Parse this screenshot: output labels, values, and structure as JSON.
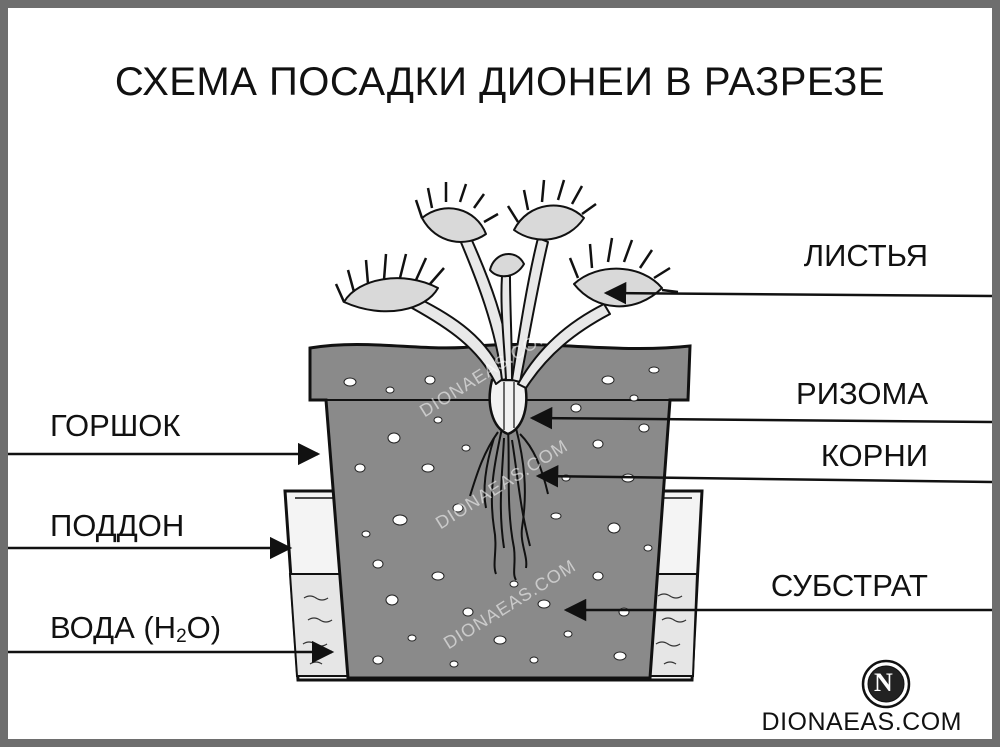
{
  "title": "СХЕМА ПОСАДКИ ДИОНЕИ В РАЗРЕЗЕ",
  "labels": {
    "leaves": "ЛИСТЬЯ",
    "rhizome": "РИЗОМА",
    "roots": "КОРНИ",
    "substrate": "СУБСТРАТ",
    "pot": "ГОРШОК",
    "tray": "ПОДДОН",
    "water_prefix": "ВОДА  (H",
    "water_sub": "2",
    "water_suffix": "O)"
  },
  "watermark": "DIONAEAS.COM",
  "brand": {
    "text": "DIONAEAS.COM",
    "logo_letter": "N"
  },
  "colors": {
    "background_border": "#6e6e6e",
    "soil": "#8a8a8a",
    "ink": "#111111",
    "leaf": "#d9d9d9"
  }
}
